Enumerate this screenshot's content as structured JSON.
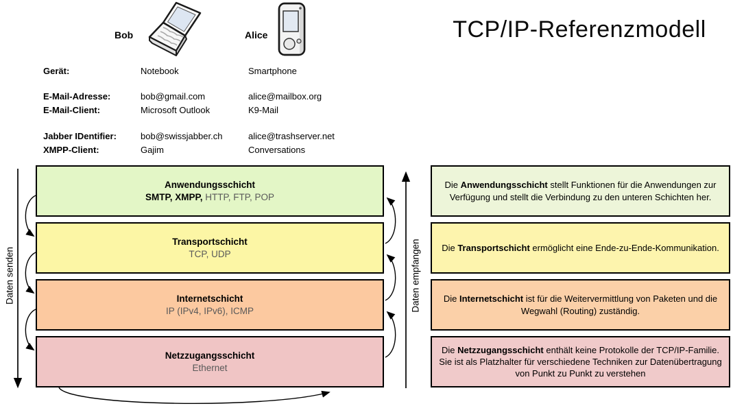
{
  "title": "TCP/IP-Referenzmodell",
  "actors": {
    "bob": {
      "label": "Bob"
    },
    "alice": {
      "label": "Alice"
    }
  },
  "info_table": {
    "rows": [
      {
        "label": "Gerät:",
        "bob": "Notebook",
        "alice": "Smartphone"
      },
      {
        "label": "E-Mail-Adresse:",
        "bob": "bob@gmail.com",
        "alice": "alice@mailbox.org"
      },
      {
        "label": "E-Mail-Client:",
        "bob": "Microsoft Outlook",
        "alice": "K9-Mail"
      },
      {
        "label": "Jabber IDentifier:",
        "bob": "bob@swissjabber.ch",
        "alice": "alice@trashserver.net"
      },
      {
        "label": "XMPP-Client:",
        "bob": "Gajim",
        "alice": "Conversations"
      }
    ]
  },
  "flow_labels": {
    "send": "Daten senden",
    "receive": "Daten empfangen"
  },
  "icons": {
    "bob_device": "laptop-icon",
    "alice_device": "smartphone-icon"
  },
  "colors": {
    "layer_anwendung": "#e3f6c6",
    "layer_transport": "#fcf6a5",
    "layer_internet": "#fcc9a0",
    "layer_netzzugang": "#f0c5c5",
    "desc_anwendung": "#edf5d9",
    "desc_transport": "#fdf4ad",
    "desc_internet": "#fbd0a8",
    "desc_netzzugang": "#f0caca",
    "border": "#000000",
    "protocol_text": "#595959"
  },
  "layers": [
    {
      "name": "Anwendungsschicht",
      "protocols_strong": "SMTP, XMPP,",
      "protocols_rest": " HTTP, FTP, POP",
      "desc_prefix": "Die ",
      "desc_bold": "Anwendungsschicht",
      "desc_rest": " stellt Funktionen für die Anwendungen zur Verfügung und stellt die Verbindung zu den unteren Schichten her."
    },
    {
      "name": "Transportschicht",
      "protocols_strong": "",
      "protocols_rest": "TCP, UDP",
      "desc_prefix": "Die ",
      "desc_bold": "Transportschicht",
      "desc_rest": " ermöglicht eine Ende-zu-Ende-Kommunikation."
    },
    {
      "name": "Internetschicht",
      "protocols_strong": "",
      "protocols_rest": "IP (IPv4, IPv6), ICMP",
      "desc_prefix": "Die ",
      "desc_bold": "Internetschicht",
      "desc_rest": " ist für die Weitervermittlung von Paketen und die Wegwahl (Routing) zuständig."
    },
    {
      "name": "Netzzugangsschicht",
      "protocols_strong": "",
      "protocols_rest": "Ethernet",
      "desc_prefix": "Die ",
      "desc_bold": "Netzzugangsschicht",
      "desc_rest": " enthält keine Protokolle der TCP/IP-Familie. Sie ist als Platzhalter für verschiedene Techniken zur Datenübertragung von Punkt zu Punkt zu verstehen"
    }
  ]
}
